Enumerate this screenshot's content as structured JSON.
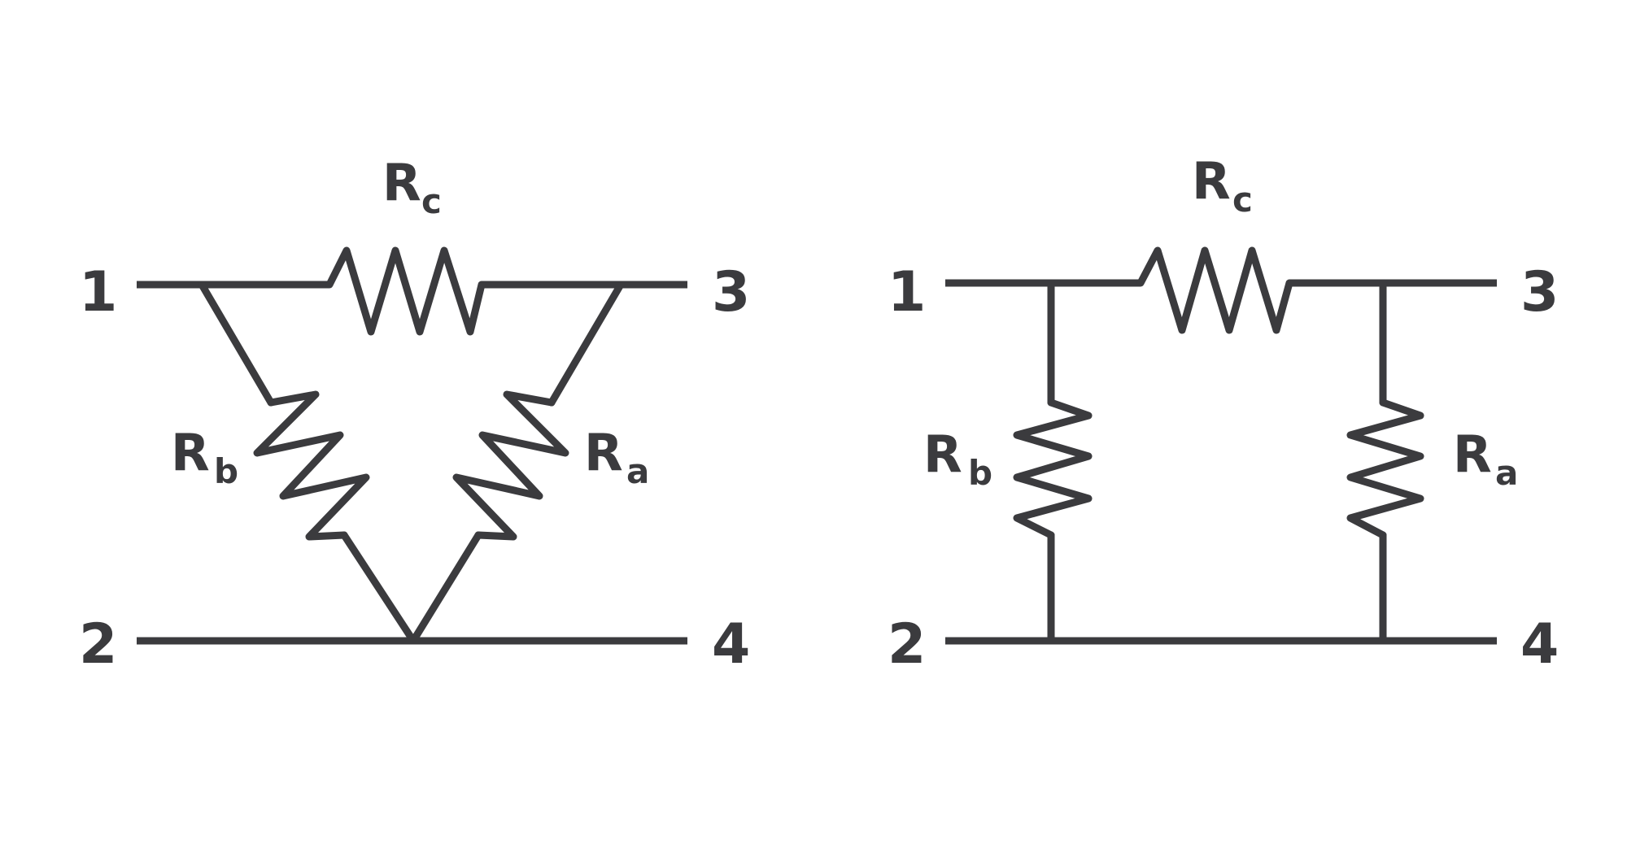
{
  "delta_network": {
    "terminals": [
      "1",
      "3",
      "2",
      "4"
    ],
    "resistors": {
      "rc": {
        "letter": "R",
        "sub": "c"
      },
      "rb": {
        "letter": "R",
        "sub": "b"
      },
      "ra": {
        "letter": "R",
        "sub": "a"
      }
    }
  },
  "pi_network": {
    "terminals": [
      "1",
      "3",
      "2",
      "4"
    ],
    "resistors": {
      "rc": {
        "letter": "R",
        "sub": "c"
      },
      "rb": {
        "letter": "R",
        "sub": "b"
      },
      "ra": {
        "letter": "R",
        "sub": "a"
      }
    }
  },
  "colors": {
    "line": "#3b3b3e",
    "background": "#ffffff"
  }
}
